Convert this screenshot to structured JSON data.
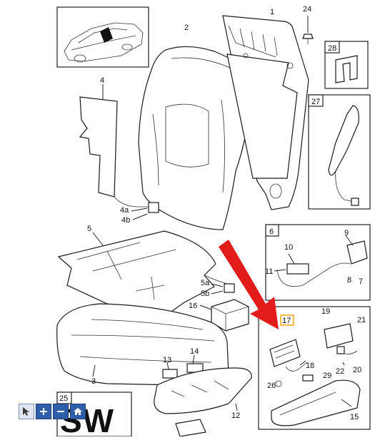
{
  "callouts": {
    "p1": "1",
    "p2": "2",
    "p3": "3",
    "p4": "4",
    "p4a": "4a",
    "p4b": "4b",
    "p5": "5",
    "p5a": "5a",
    "p5b": "5b",
    "p6": "6",
    "p7": "7",
    "p8": "8",
    "p9": "9",
    "p10": "10",
    "p11": "11",
    "p12": "12",
    "p13": "13",
    "p14": "14",
    "p15": "15",
    "p16": "16",
    "p17": "17",
    "p18": "18",
    "p19": "19",
    "p20": "20",
    "p21": "21",
    "p22": "22",
    "p24": "24",
    "p25": "25",
    "p26": "26",
    "p27": "27",
    "p28": "28",
    "p29": "29"
  },
  "inset_caption": "SW",
  "toolbar": {
    "select_tool": "cursor-icon",
    "zoom_in": "plus-icon",
    "zoom_out": "minus-icon",
    "home": "home-icon"
  },
  "colors": {
    "arrow": "#e21b1b",
    "highlight": "#f2a000",
    "toolbar": "#2f5fa8"
  }
}
